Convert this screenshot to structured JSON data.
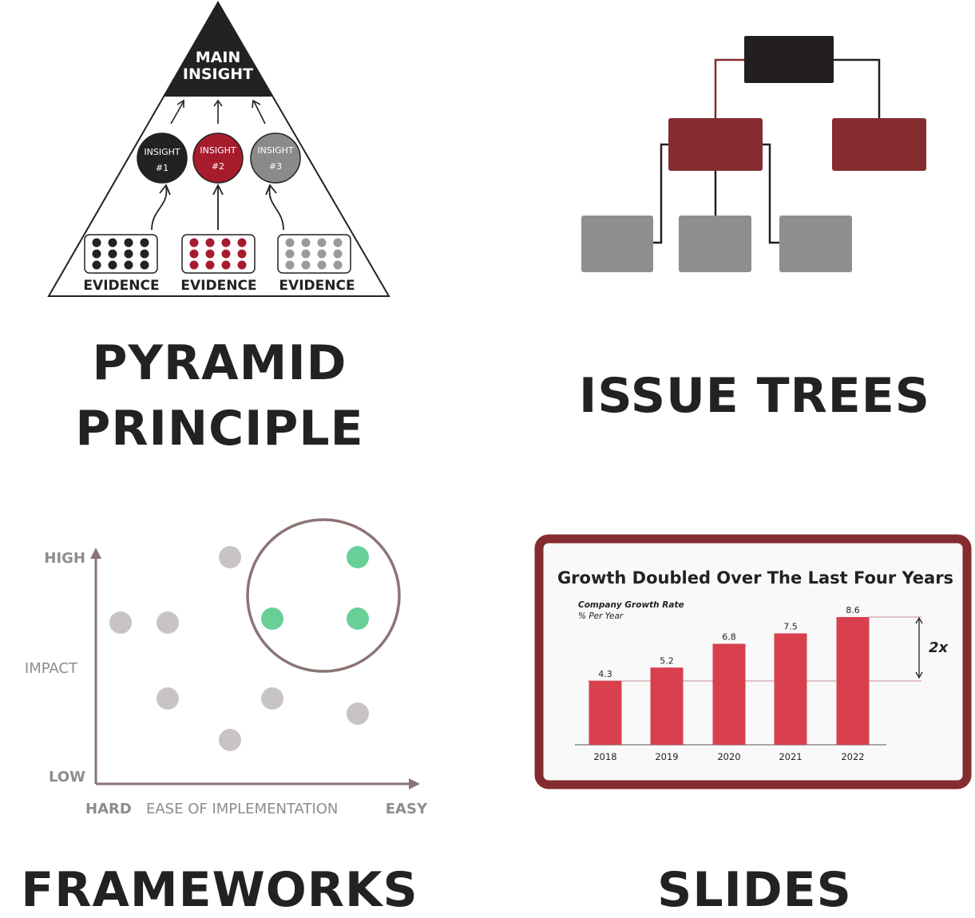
{
  "pyramid": {
    "title_line1": "PYRAMID",
    "title_line2": "PRINCIPLE",
    "top_line1": "MAIN",
    "top_line2": "INSIGHT",
    "insights": [
      {
        "label": "INSIGHT",
        "num": "#1",
        "color": "#222222"
      },
      {
        "label": "INSIGHT",
        "num": "#2",
        "color": "#a61c2d"
      },
      {
        "label": "INSIGHT",
        "num": "#3",
        "color": "#8a8a8a"
      }
    ],
    "evidence": [
      {
        "label": "EVIDENCE",
        "dot_color": "#222222"
      },
      {
        "label": "EVIDENCE",
        "dot_color": "#a61c2d"
      },
      {
        "label": "EVIDENCE",
        "dot_color": "#9a9a9a"
      }
    ]
  },
  "issue_trees": {
    "title": "ISSUE TREES",
    "colors": {
      "root": "#231f20",
      "branch": "#852c30",
      "leaf": "#8e8e8e",
      "accent_line": "#852c30"
    }
  },
  "frameworks": {
    "title": "FRAMEWORKS",
    "y_high": "HIGH",
    "y_axis": "IMPACT",
    "y_low": "LOW",
    "x_hard": "HARD",
    "x_axis": "EASE OF IMPLEMENTATION",
    "x_easy": "EASY",
    "colors": {
      "point": "#c8c4c4",
      "highlight": "#68d097",
      "circle": "#8b7474",
      "axis": "#8b7474"
    }
  },
  "slides": {
    "title": "SLIDES",
    "slide_title": "Growth Doubled Over The Last Four Years",
    "subtitle_line1": "Company Growth Rate",
    "subtitle_line2": "% Per Year",
    "annotation": "2x",
    "colors": {
      "frame": "#852c30",
      "bar": "#d9404e"
    }
  },
  "chart_data": {
    "type": "bar",
    "title": "Growth Doubled Over The Last Four Years",
    "ylabel": "Company Growth Rate % Per Year",
    "categories": [
      "2018",
      "2019",
      "2020",
      "2021",
      "2022"
    ],
    "values": [
      4.3,
      5.2,
      6.8,
      7.5,
      8.6
    ],
    "value_labels": [
      "4.3",
      "5.2",
      "6.8",
      "7.5",
      "8.6"
    ],
    "ylim": [
      0,
      8.6
    ],
    "grid": false
  }
}
